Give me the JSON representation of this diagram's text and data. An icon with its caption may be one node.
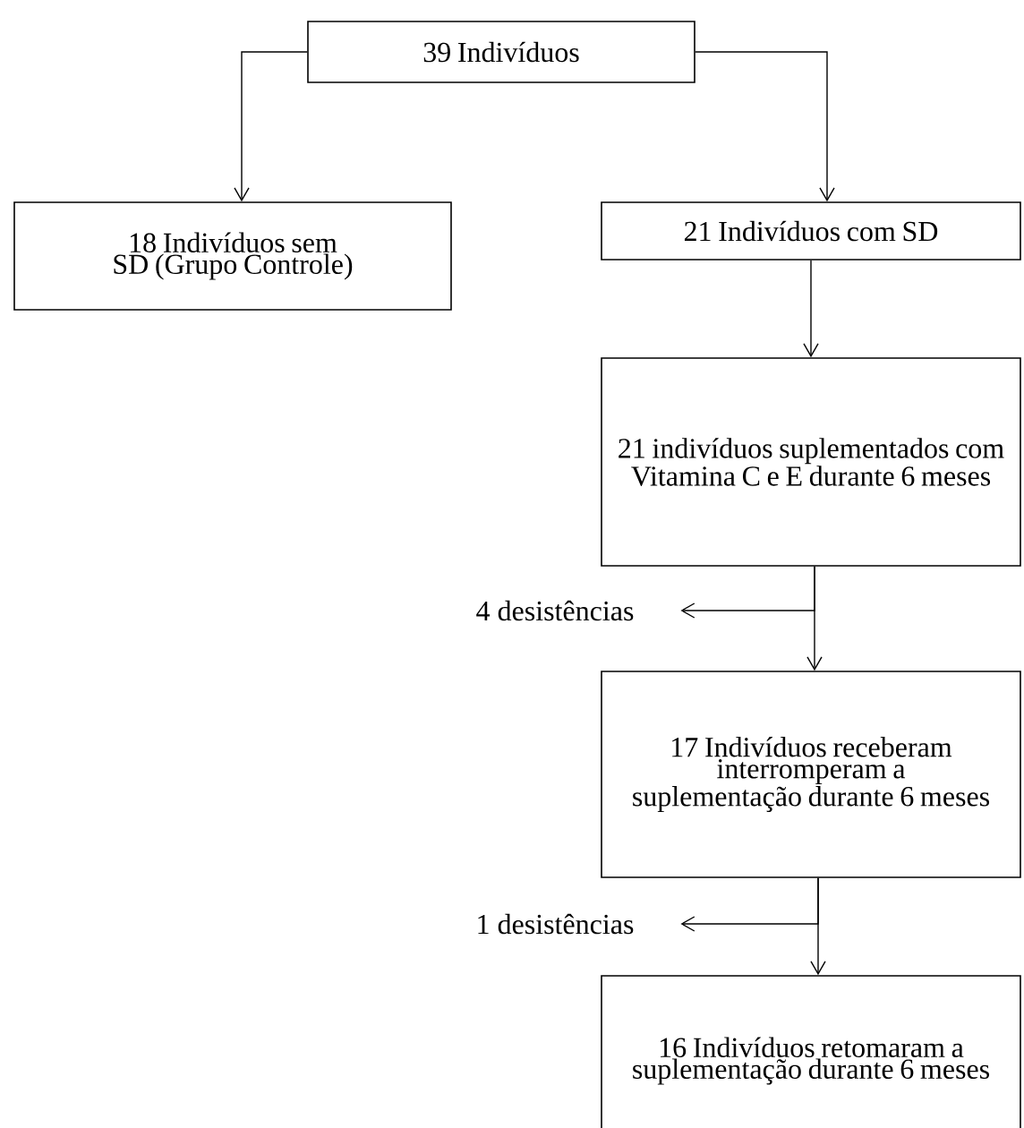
{
  "diagram": {
    "nodes": [
      {
        "text": [
          "39 Indivíduos"
        ]
      },
      {
        "text": [
          "18 Indivíduos sem SD (Grupo Controle)"
        ]
      },
      {
        "text": [
          "21 Indivíduos com SD"
        ]
      },
      {
        "text": [
          "21 indivíduos suplementados com Vitamina C e E durante 6 meses"
        ]
      },
      {
        "text": [
          "4 desistências"
        ]
      },
      {
        "text": [
          "17 Indivíduos receberam interromperam a suplementação durante 6 meses"
        ]
      },
      {
        "text": [
          "1 desistências"
        ]
      },
      {
        "text": [
          "16 Indivíduos retomaram a suplementação durante 6 meses"
        ]
      }
    ],
    "edges": [
      {
        "from": 0,
        "to": 1,
        "arrow": "to"
      },
      {
        "from": 0,
        "to": 2,
        "arrow": "to"
      },
      {
        "from": 2,
        "to": 3,
        "arrow": "to"
      },
      {
        "from": 3,
        "to": 5,
        "arrow": "to"
      },
      {
        "from": 3,
        "to": 4,
        "arrow": "to"
      },
      {
        "from": 5,
        "to": 7,
        "arrow": "to"
      },
      {
        "from": 5,
        "to": 6,
        "arrow": "to"
      }
    ]
  }
}
